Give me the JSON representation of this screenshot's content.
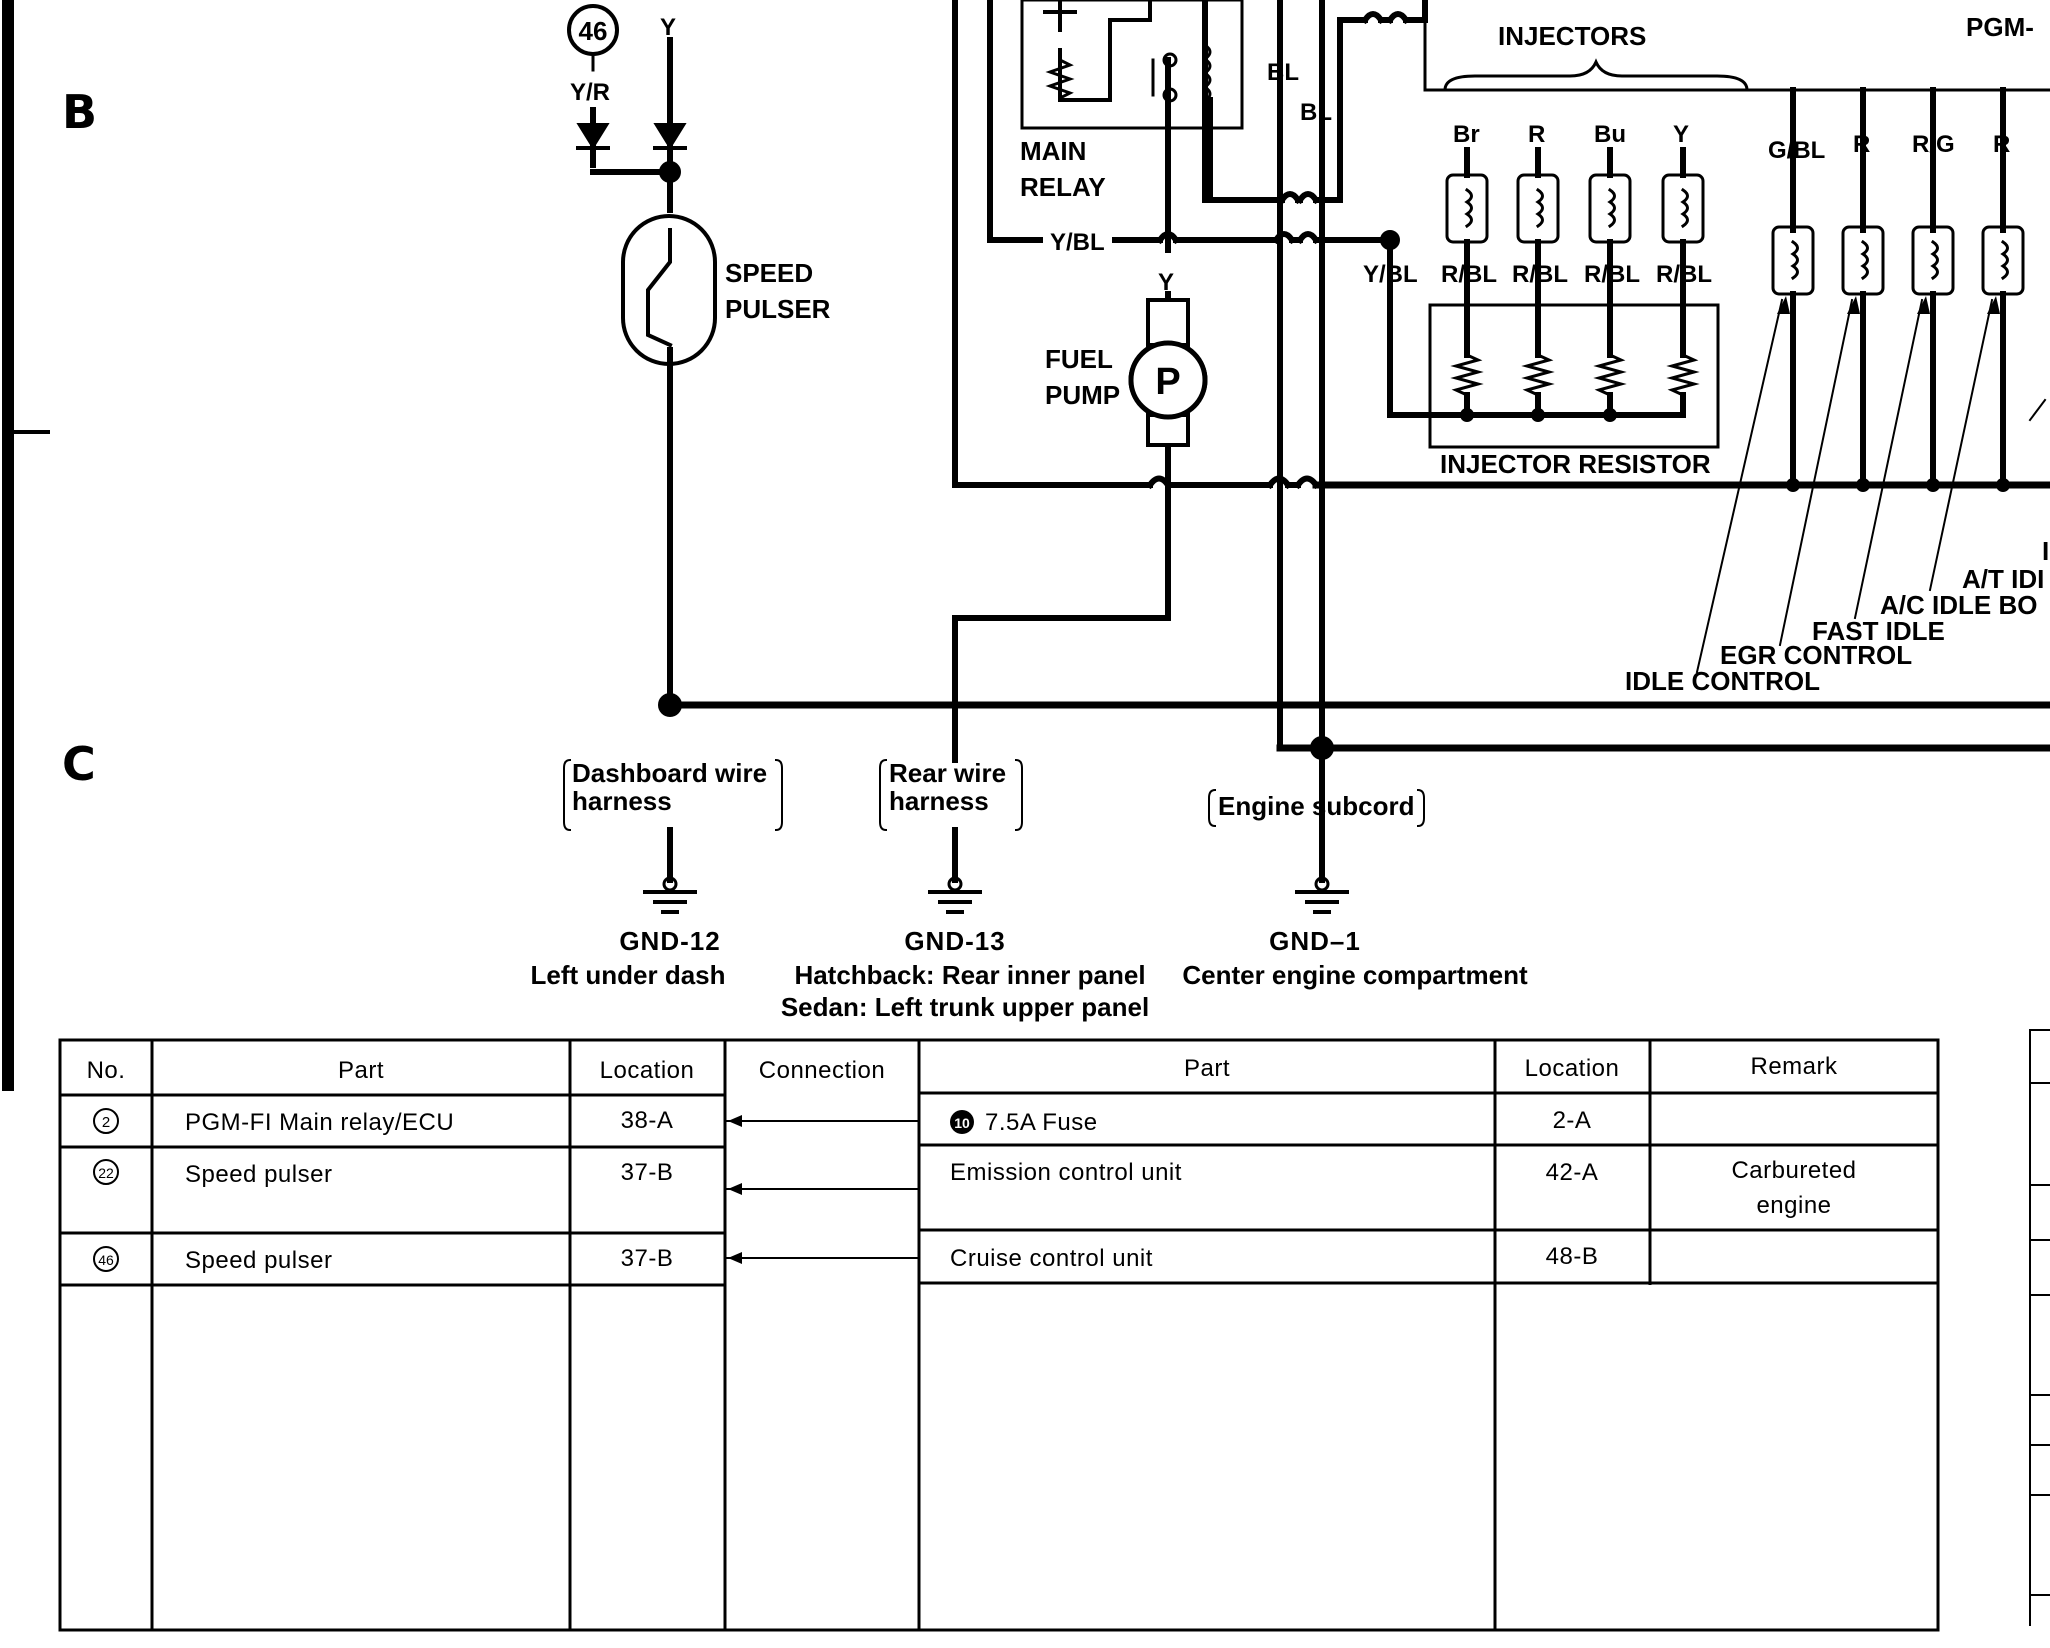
{
  "zones": {
    "b": "B",
    "c": "C"
  },
  "connector_top": "46",
  "wires": {
    "yr": "Y/R",
    "y_top": "Y",
    "ybl_left": "Y/BL",
    "y_pump": "Y",
    "bl_a": "BL",
    "bl_b": "BL",
    "ybl_inj": "Y/BL",
    "br": "Br",
    "r1": "R",
    "bu": "Bu",
    "y_inj": "Y",
    "rbl1": "R/BL",
    "rbl2": "R/BL",
    "rbl3": "R/BL",
    "rbl4": "R/BL",
    "gbl": "G/BL",
    "r2": "R",
    "rg": "R/G",
    "r3": "R"
  },
  "labels": {
    "main": "MAIN",
    "relay": "RELAY",
    "speed": "SPEED",
    "pulser": "PULSER",
    "fuel": "FUEL",
    "pump": "PUMP",
    "pump_symbol": "P",
    "injectors": "INJECTORS",
    "injector_resistor": "INJECTOR RESISTOR",
    "pgm": "PGM-",
    "at_idle": "A/T IDI",
    "ac_idle": "A/C IDLE BO",
    "fast_idle": "FAST IDLE",
    "egr_control": "EGR CONTROL",
    "idle_control": "IDLE CONTROL",
    "partial_i": "I"
  },
  "harness": {
    "dash_1": "Dashboard wire",
    "dash_2": "harness",
    "rear_1": "Rear wire",
    "rear_2": "harness",
    "engine": "Engine subcord"
  },
  "grounds": {
    "gnd12": "GND-12",
    "gnd12_loc": "Left under dash",
    "gnd13": "GND-13",
    "gnd13_loc1": "Hatchback: Rear inner panel",
    "gnd13_loc2": "Sedan: Left trunk upper panel",
    "gnd1": "GND–1",
    "gnd1_loc": "Center engine compartment"
  },
  "table": {
    "headers": {
      "no": "No.",
      "part": "Part",
      "location": "Location",
      "connection": "Connection",
      "part2": "Part",
      "location2": "Location",
      "remark": "Remark"
    },
    "rows": [
      {
        "no": "2",
        "part": "PGM-FI Main relay/ECU",
        "location": "38-A",
        "fuse_no": "10",
        "part2": "7.5A Fuse",
        "location2": "2-A",
        "remark1": "",
        "remark2": ""
      },
      {
        "no": "22",
        "part": "Speed pulser",
        "location": "37-B",
        "fuse_no": "",
        "part2": "Emission control unit",
        "location2": "42-A",
        "remark1": "Carbureted",
        "remark2": "engine"
      },
      {
        "no": "46",
        "part": "Speed pulser",
        "location": "37-B",
        "fuse_no": "",
        "part2": "Cruise control unit",
        "location2": "48-B",
        "remark1": "",
        "remark2": ""
      }
    ]
  }
}
